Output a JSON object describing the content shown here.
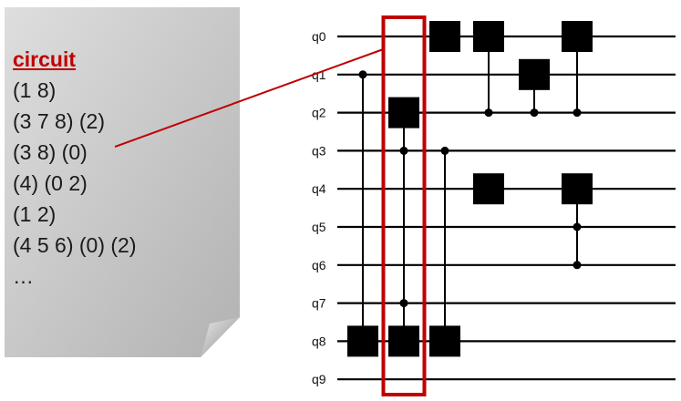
{
  "document": {
    "heading": "circuit",
    "lines": [
      "(1 8)",
      "(3 7 8) (2)",
      "(3 8) (0)",
      "(4) (0 2)",
      "(1 2)",
      "(4 5 6) (0) (2)",
      "…"
    ]
  },
  "circuit": {
    "qubits": [
      "q0",
      "q1",
      "q2",
      "q3",
      "q4",
      "q5",
      "q6",
      "q7",
      "q8",
      "q9"
    ],
    "gates": [
      {
        "controls": [
          1
        ],
        "targets": [
          8
        ]
      },
      {
        "controls": [
          3,
          7
        ],
        "targets": [
          8,
          2
        ]
      },
      {
        "controls": [
          3
        ],
        "targets": [
          8,
          0
        ]
      },
      {
        "controls": [
          2
        ],
        "targets": [
          0,
          4
        ]
      },
      {
        "controls": [
          2
        ],
        "targets": [
          1
        ]
      },
      {
        "controls": [
          5,
          6
        ],
        "targets": [
          4,
          0
        ],
        "control_wire_targets": [
          4,
          0
        ]
      }
    ],
    "highlighted_gate_index": 1,
    "linked_document_line_index": 1
  },
  "colors": {
    "highlight": "#c00000",
    "gate": "#000000",
    "heading": "#c00000",
    "document_light": "#d6d6d6",
    "document_dark": "#a8a8a8"
  }
}
